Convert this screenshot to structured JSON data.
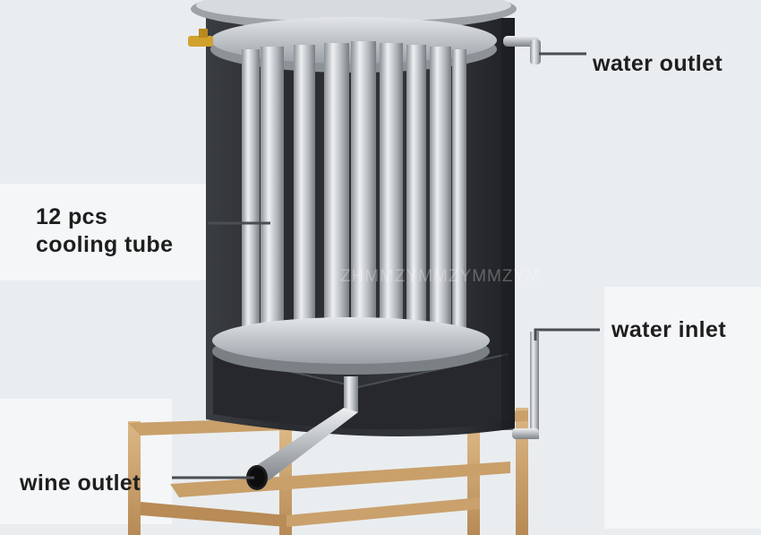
{
  "labels": {
    "water_outlet": "water outlet",
    "cooling_tube_line1": "12 pcs",
    "cooling_tube_line2": "cooling tube",
    "water_inlet": "water inlet",
    "wine_outlet": "wine outlet"
  },
  "watermark": "ZHMMZYMMZYMMZYM",
  "colors": {
    "background": "#e9edf0",
    "panel": "#f4f6f8",
    "tank": "#2f3237",
    "metal": "#c4c8cc",
    "stand": "#c79a63",
    "leader_line": "#4a4d52",
    "text": "#1e1e1e"
  }
}
